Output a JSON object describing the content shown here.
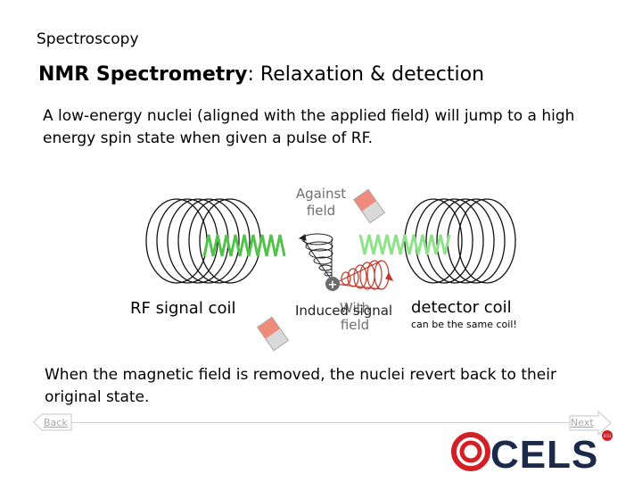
{
  "breadcrumb": "Spectroscopy",
  "title": {
    "bold": "NMR Spectrometry",
    "rest": ": Relaxation & detection"
  },
  "intro_text": "A low-energy nuclei (aligned with the applied field) will jump to a high energy spin state when given a pulse of RF.",
  "diagram": {
    "against_field_label": [
      "Against",
      "field"
    ],
    "with_field_label": [
      "With",
      "field"
    ],
    "induced_signal_label": "Induced signal",
    "rf_coil_label": "RF signal coil",
    "detector_coil_label": "detector coil",
    "same_coil_note": "can be the same coil!",
    "nucleus_symbol": "+"
  },
  "outro_text": "When the magnetic field is removed, the nuclei revert back to their original state.",
  "nav": {
    "back_label": "Back",
    "next_label": "Next"
  },
  "logo": {
    "text": "CELS",
    "badge": "ECU"
  },
  "colors": {
    "rf_wave": "#52c24a",
    "detector_wave": "#8ee38a",
    "spin_red": "#c0392b",
    "logo_red": "#d32027",
    "logo_navy": "#1b2a4a"
  }
}
